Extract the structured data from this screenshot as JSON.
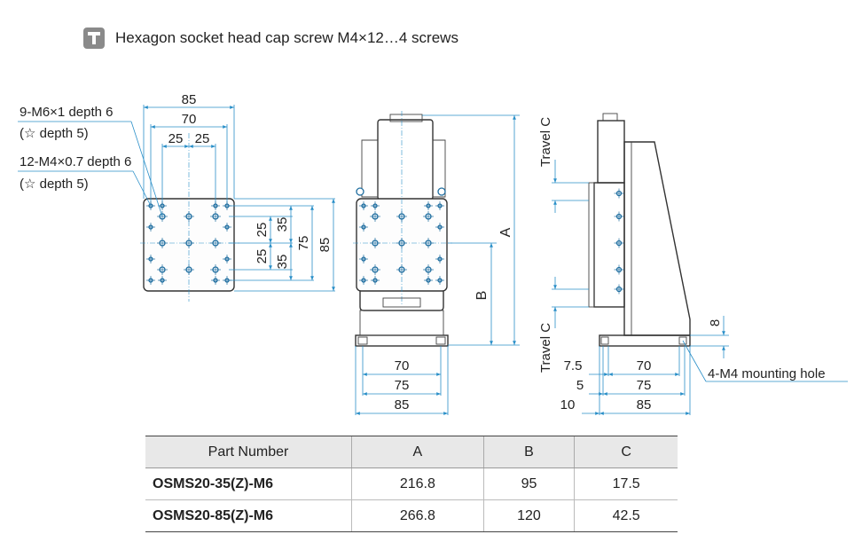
{
  "screw_note": {
    "icon": "screw-icon",
    "text": "Hexagon socket head cap screw M4×12…4 screws"
  },
  "top_view": {
    "label_m6": "9-M6×1 depth 6",
    "label_m6_sub": "(☆ depth 5)",
    "label_m4": "12-M4×0.7 depth 6",
    "label_m4_sub": "(☆ depth 5)",
    "dim_width": "85",
    "dim_pitch_70": "70",
    "dim_pitch_25a": "25",
    "dim_pitch_25b": "25",
    "dim_v25a": "25",
    "dim_v35a": "35",
    "dim_v25b": "25",
    "dim_v35b": "35",
    "dim_v75": "75",
    "dim_v85": "85"
  },
  "front_view": {
    "dim_a": "A",
    "dim_b": "B",
    "dim_70": "70",
    "dim_75": "75",
    "dim_85": "85"
  },
  "side_view": {
    "travel_top": "Travel C",
    "travel_bottom": "Travel C",
    "dim_8": "8",
    "dim_7_5": "7.5",
    "dim_5": "5",
    "dim_10": "10",
    "dim_70": "70",
    "dim_75": "75",
    "dim_85": "85",
    "mount_label": "4-M4 mounting hole"
  },
  "table": {
    "headers": [
      "Part Number",
      "A",
      "B",
      "C"
    ],
    "rows": [
      [
        "OSMS20-35(Z)-M6",
        "216.8",
        "95",
        "17.5"
      ],
      [
        "OSMS20-85(Z)-M6",
        "266.8",
        "120",
        "42.5"
      ]
    ]
  }
}
